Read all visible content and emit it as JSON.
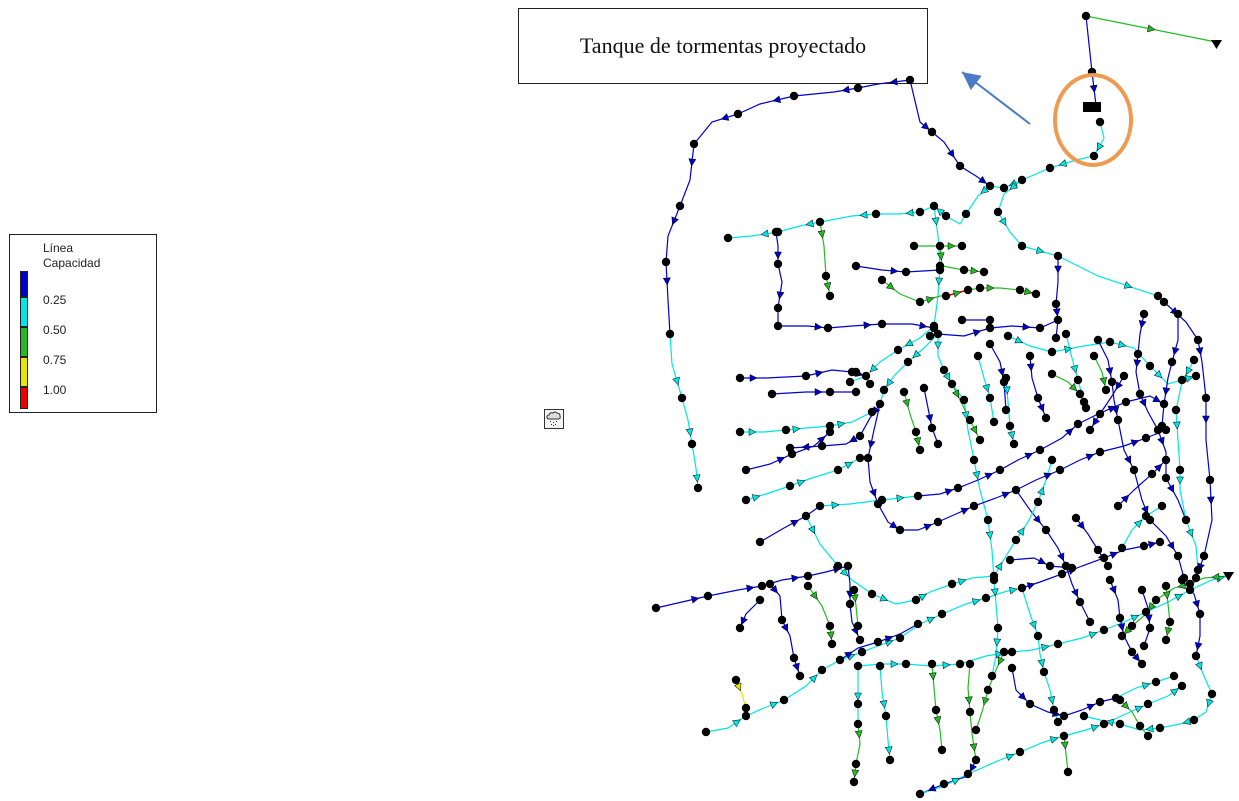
{
  "callout": {
    "text": "Tanque de tormentas proyectado"
  },
  "legend": {
    "title_line1": "Línea",
    "title_line2": "Capacidad",
    "thresholds": [
      "0.25",
      "0.50",
      "0.75",
      "1.00"
    ],
    "colors": [
      "#0000cc",
      "#00e5e5",
      "#22bb22",
      "#e6e600",
      "#ee0000"
    ]
  },
  "icons": {
    "rain_gage": "rain-gage-icon",
    "storage": "storage-tank-icon",
    "outfall": "outfall-triangle-icon"
  },
  "highlight": {
    "ring_color": "#f09a50",
    "arrow_color": "#4a7ac8"
  }
}
